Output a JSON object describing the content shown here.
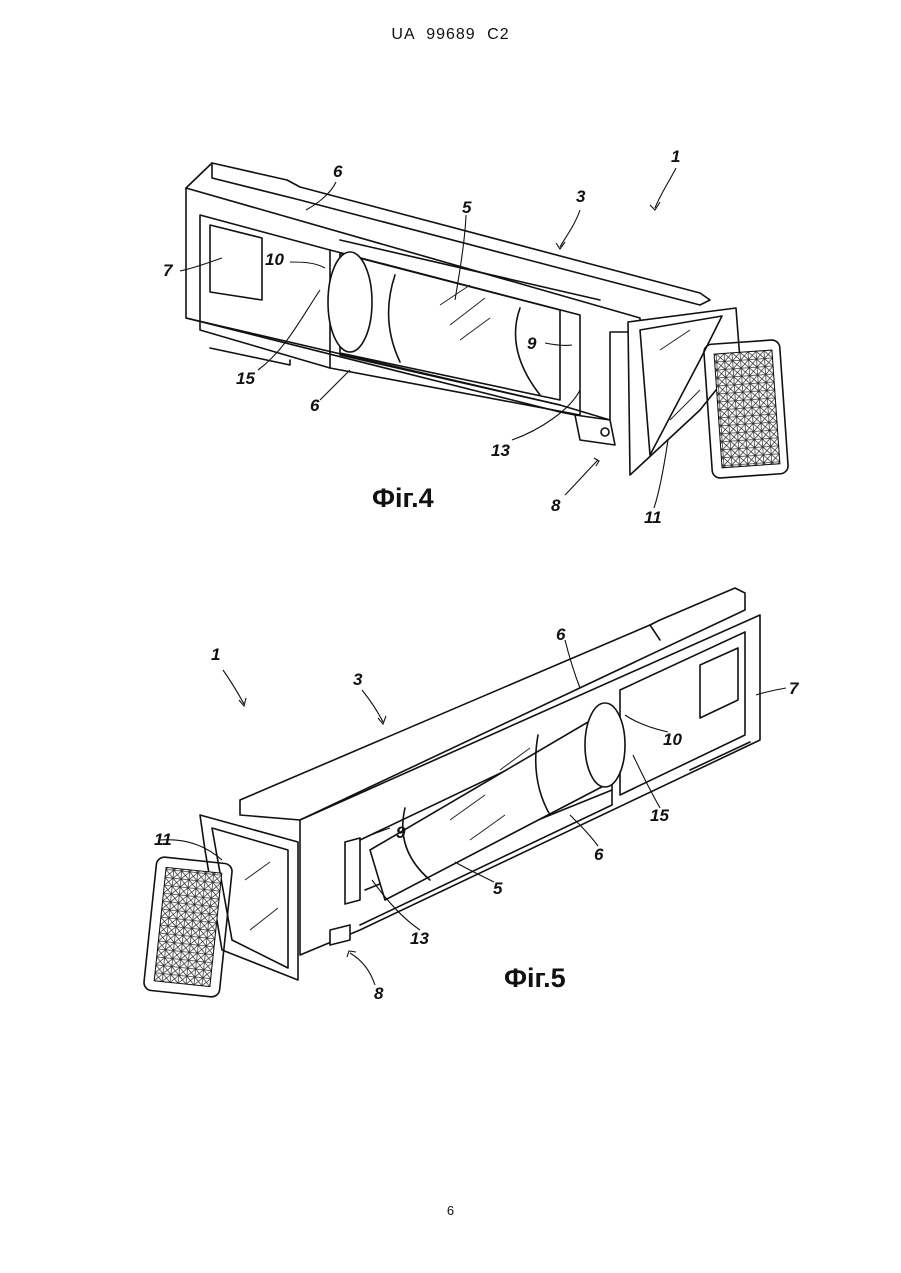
{
  "header": {
    "patent_number": "UA   99689   C2"
  },
  "page_number": "6",
  "figures": [
    {
      "caption": "Фіг.4",
      "labels": {
        "l1": "1",
        "l3": "3",
        "l5": "5",
        "l6a": "6",
        "l6b": "6",
        "l7": "7",
        "l8": "8",
        "l9": "9",
        "l10": "10",
        "l11": "11",
        "l13": "13",
        "l15": "15"
      }
    },
    {
      "caption": "Фіг.5",
      "labels": {
        "l1": "1",
        "l3": "3",
        "l5": "5",
        "l6a": "6",
        "l6b": "6",
        "l7": "7",
        "l8": "8",
        "l9": "9",
        "l10": "10",
        "l11": "11",
        "l13": "13",
        "l15": "15"
      }
    }
  ]
}
